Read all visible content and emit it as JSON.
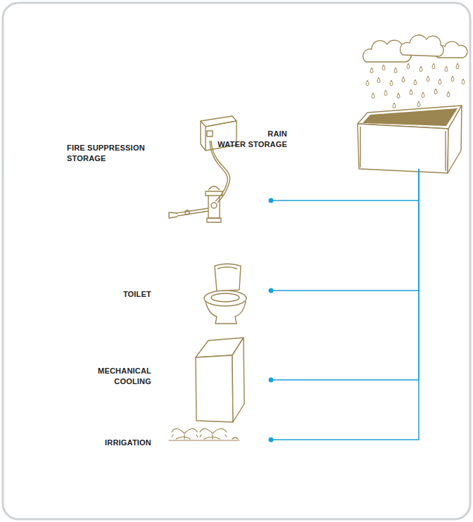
{
  "diagram": {
    "nodes": [
      {
        "text": [
          "RAIN WATER STORAGE"
        ]
      },
      {
        "text": [
          "FIRE SUPPRESSION STORAGE"
        ]
      },
      {
        "text": [
          "TOILET"
        ]
      },
      {
        "text": [
          "MECHANICAL COOLING"
        ]
      },
      {
        "text": [
          "IRRIGATION"
        ]
      }
    ],
    "edges": [
      {
        "from": 0,
        "to": 1,
        "arrow": "none"
      },
      {
        "from": 0,
        "to": 2,
        "arrow": "none"
      },
      {
        "from": 0,
        "to": 3,
        "arrow": "none"
      },
      {
        "from": 0,
        "to": 4,
        "arrow": "none"
      }
    ]
  }
}
